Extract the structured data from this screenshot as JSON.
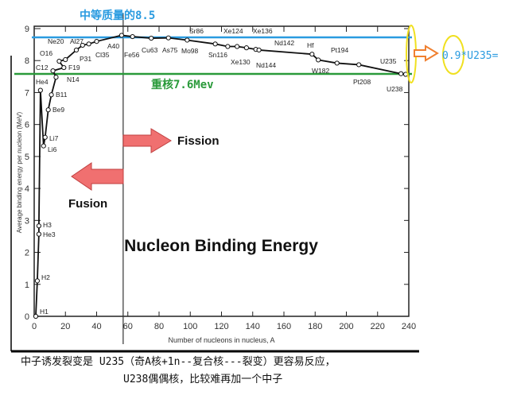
{
  "chart_data": {
    "type": "line",
    "title": "Nucleon Binding Energy",
    "xlabel": "Number of nucleons in nucleus, A",
    "ylabel": "Average binding energy per nucleon (MeV)",
    "xlim": [
      0,
      240
    ],
    "ylim": [
      0,
      9
    ],
    "xticks": [
      "0",
      "20",
      "40",
      "60",
      "80",
      "100",
      "120",
      "140",
      "160",
      "180",
      "200",
      "220",
      "240"
    ],
    "yticks": [
      "0",
      "1",
      "2",
      "3",
      "4",
      "5",
      "6",
      "7",
      "8",
      "9"
    ],
    "points": [
      {
        "label": "H1",
        "x": 1,
        "y": 0
      },
      {
        "label": "H2",
        "x": 2,
        "y": 1.11
      },
      {
        "label": "He3",
        "x": 3,
        "y": 2.57
      },
      {
        "label": "H3",
        "x": 3,
        "y": 2.83
      },
      {
        "label": "He4",
        "x": 4,
        "y": 7.07
      },
      {
        "label": "Li6",
        "x": 6,
        "y": 5.33
      },
      {
        "label": "Li7",
        "x": 7,
        "y": 5.6
      },
      {
        "label": "Be9",
        "x": 9,
        "y": 6.46
      },
      {
        "label": "B11",
        "x": 11,
        "y": 6.93
      },
      {
        "label": "N14",
        "x": 14,
        "y": 7.48
      },
      {
        "label": "C12",
        "x": 12,
        "y": 7.68
      },
      {
        "label": "F19",
        "x": 19,
        "y": 7.78
      },
      {
        "label": "O16",
        "x": 16,
        "y": 7.98
      },
      {
        "label": "Ne20",
        "x": 20,
        "y": 8.03
      },
      {
        "label": "Al27",
        "x": 27,
        "y": 8.33
      },
      {
        "label": "P31",
        "x": 31,
        "y": 8.48
      },
      {
        "label": "Cl35",
        "x": 35,
        "y": 8.52
      },
      {
        "label": "A40",
        "x": 40,
        "y": 8.6
      },
      {
        "label": "Fe56",
        "x": 56,
        "y": 8.79
      },
      {
        "label": "Cu63",
        "x": 63,
        "y": 8.75
      },
      {
        "label": "As75",
        "x": 75,
        "y": 8.7
      },
      {
        "label": "Sr86",
        "x": 86,
        "y": 8.71
      },
      {
        "label": "Mo98",
        "x": 98,
        "y": 8.64
      },
      {
        "label": "Sn116",
        "x": 116,
        "y": 8.52
      },
      {
        "label": "Xe124",
        "x": 124,
        "y": 8.44
      },
      {
        "label": "Xe130",
        "x": 130,
        "y": 8.44
      },
      {
        "label": "Xe136",
        "x": 136,
        "y": 8.4
      },
      {
        "label": "Nd142",
        "x": 142,
        "y": 8.35
      },
      {
        "label": "Nd144",
        "x": 144,
        "y": 8.33
      },
      {
        "label": "Hf",
        "x": 178,
        "y": 8.2
      },
      {
        "label": "W182",
        "x": 182,
        "y": 8.02
      },
      {
        "label": "Pt194",
        "x": 194,
        "y": 7.92
      },
      {
        "label": "Pt208",
        "x": 208,
        "y": 7.87
      },
      {
        "label": "U235",
        "x": 235,
        "y": 7.59
      },
      {
        "label": "U238",
        "x": 238,
        "y": 7.57
      }
    ],
    "reference_lines": [
      {
        "label": "中等质量的8.5",
        "y": 8.5,
        "color": "#2a9be0"
      },
      {
        "label": "重核7.6Mev",
        "y": 7.6,
        "color": "#2a9a3a"
      }
    ],
    "divider_x": 57,
    "annotations": {
      "fission": "Fission",
      "fusion": "Fusion",
      "u235_formula": "0.9*U235="
    }
  },
  "caption": {
    "line1": "中子诱发裂变是 U235（奇A核+1n--复合核---裂变）更容易反应，",
    "line2": "U238偶偶核，比较难再加一个中子"
  },
  "colors": {
    "blue": "#2a9be0",
    "green": "#2a9a3a",
    "arrow": "#f07070",
    "orange": "#f08030",
    "yellow": "#f0e020"
  }
}
